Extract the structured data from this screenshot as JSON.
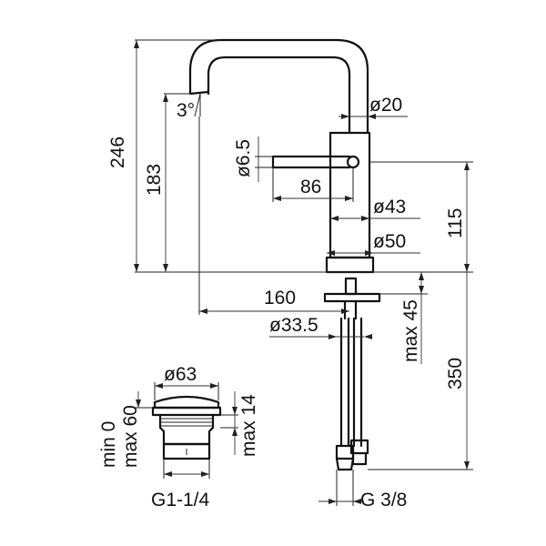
{
  "labels": {
    "height_total": "246",
    "height_spout": "183",
    "spout_angle": "3°",
    "dia_spout": "ø20",
    "dia_lever": "ø6.5",
    "lever_length": "86",
    "dia_body": "ø43",
    "height_body": "115",
    "dia_base": "ø50",
    "reach": "160",
    "max_deck": "max 45",
    "dia_hole": "ø33.5",
    "hose_length": "350",
    "connection_hose": "G 3/8",
    "waste_dia": "ø63",
    "waste_stroke_min": "min 0",
    "waste_stroke_max": "max 60",
    "waste_height": "max 14",
    "connection_waste": "G1-1/4"
  }
}
